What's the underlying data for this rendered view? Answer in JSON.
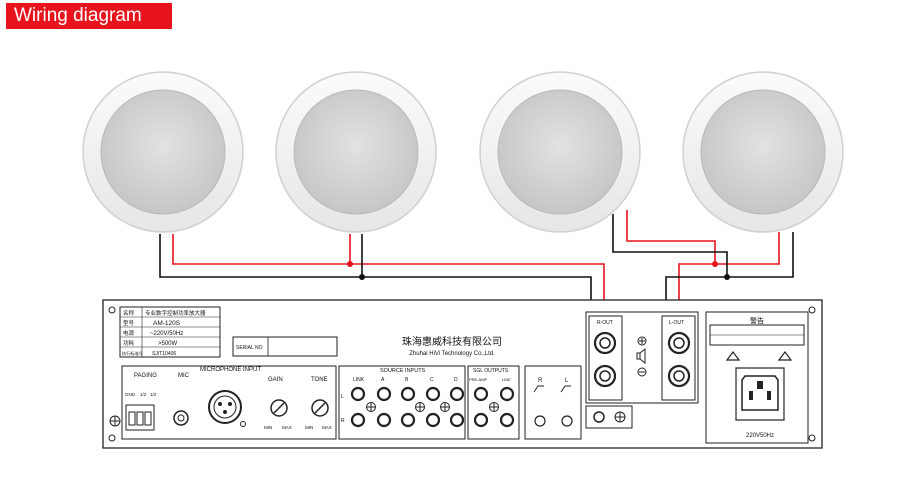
{
  "banner": {
    "title": "Wiring diagram"
  },
  "colors": {
    "banner": "#e8141d",
    "wire_red": "#e8141d",
    "wire_black": "#111111"
  },
  "speakers": [
    {
      "id": "speaker-1"
    },
    {
      "id": "speaker-2"
    },
    {
      "id": "speaker-3"
    },
    {
      "id": "speaker-4"
    }
  ],
  "amplifier": {
    "nameplate": {
      "rows": [
        {
          "k": "名称",
          "v": "专业数字控制功率放大器"
        },
        {
          "k": "型号",
          "v": "AM-120S"
        },
        {
          "k": "电源",
          "v": "~220V/50Hz"
        },
        {
          "k": "功耗",
          "v": ">500W"
        },
        {
          "k": "执行标准号",
          "v": "SJ/T10406"
        }
      ]
    },
    "serial_label": "SERIAL NO",
    "company_cn": "珠海惠威科技有限公司",
    "company_en": "Zhuhai HiVi Technology Co.,Ltd.",
    "paging_label": "PAGING",
    "mic_label": "MIC",
    "mic_input_label": "MICROPHONE INPUT",
    "gain_label": "GAIN",
    "tone_label": "TONE",
    "min_label": "MIN",
    "max_label": "MAX",
    "gnd_label": "GND",
    "paging_nums": [
      "1/2",
      "1/2"
    ],
    "source_inputs_label": "SOURCE INPUTS",
    "source_cols": [
      "LINK",
      "A",
      "B",
      "C",
      "D"
    ],
    "sgl_outputs_label": "SGL OUTPUTS",
    "sgl_cols": [
      "PRE-AMP",
      "LINE"
    ],
    "ch_r": "R",
    "ch_l": "L",
    "r_out": "R-OUT",
    "l_out": "L-OUT",
    "warning_label": "警告",
    "power_label": "220V50Hz"
  }
}
